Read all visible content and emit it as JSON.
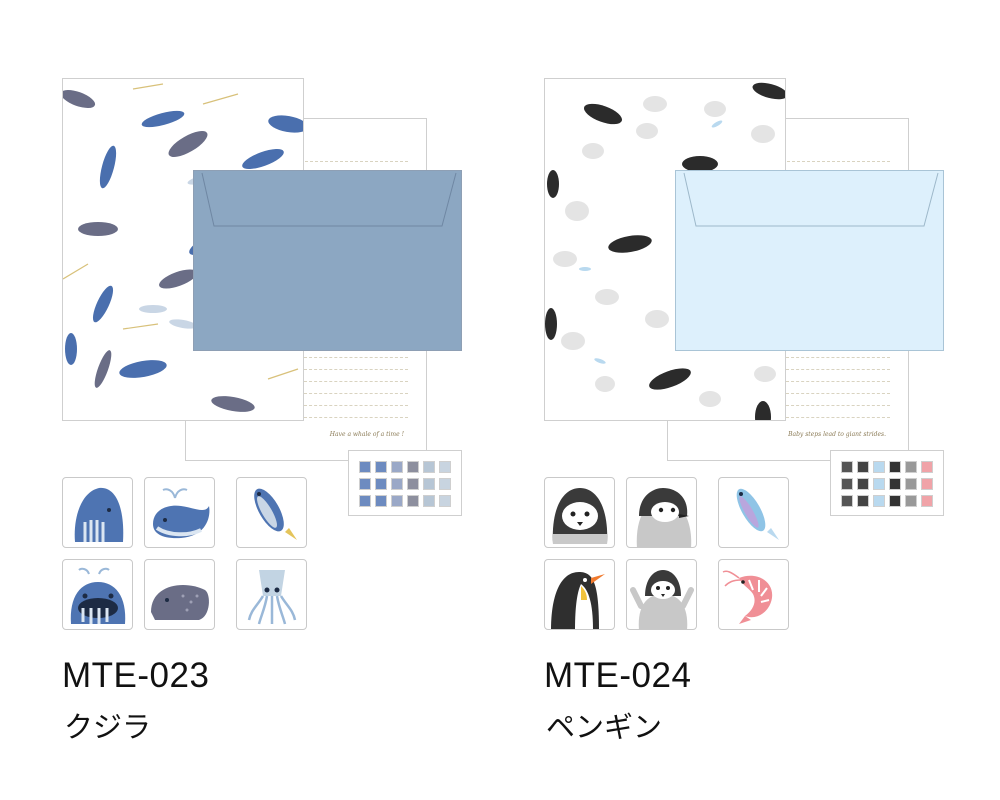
{
  "products": [
    {
      "code": "MTE-023",
      "name": "クジラ",
      "tagline": "Have a whale of a time !",
      "envelope_color": "#8ca7c2",
      "stickers": [
        "humpback-whale-icon",
        "blue-whale-spouting-icon",
        "fish-icon",
        "whale-face-icon",
        "sperm-whale-icon",
        "squid-icon"
      ]
    },
    {
      "code": "MTE-024",
      "name": "ペンギン",
      "tagline": "Baby steps lead to giant strides.",
      "envelope_color": "#ddf0fc",
      "stickers": [
        "penguin-face-icon",
        "penguin-chick-icon",
        "fish-icon",
        "emperor-penguin-icon",
        "penguin-chick-cheering-icon",
        "shrimp-icon"
      ]
    }
  ]
}
